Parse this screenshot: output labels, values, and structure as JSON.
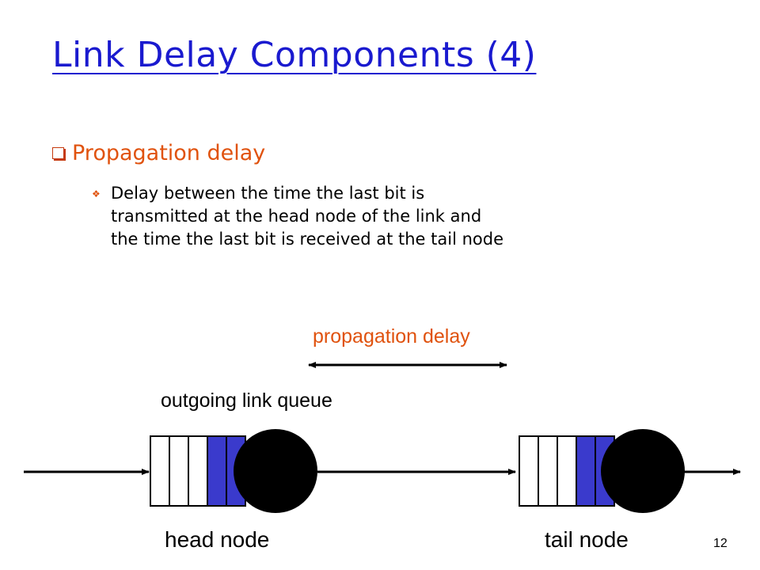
{
  "slide": {
    "title": "Link Delay Components (4)",
    "bullet": "Propagation delay",
    "sub_bullet_lines": [
      "Delay between the time the last bit is",
      "transmitted at the head node of the link and",
      "the time the last bit is received at the tail node"
    ],
    "page_number": "12"
  },
  "diagram": {
    "propagation_label": "propagation delay",
    "queue_label": "outgoing link queue",
    "head_node_label": "head node",
    "tail_node_label": "tail node",
    "queue_slots": 5,
    "filled_slots": 2,
    "colors": {
      "title": "#1a1acf",
      "bullet": "#e0520e",
      "queue_fill": "#3a3acc",
      "node": "#000000"
    }
  }
}
